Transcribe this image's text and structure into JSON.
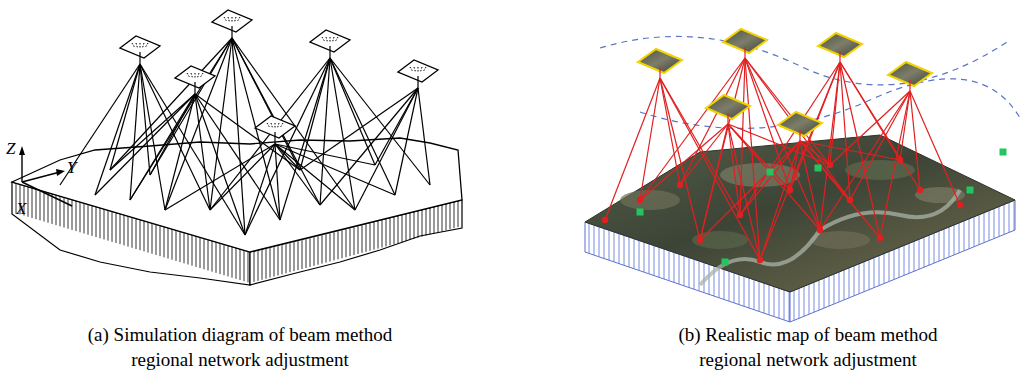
{
  "diagram": {
    "labels": [
      "Z",
      "Y",
      "X",
      "(a) Simulation diagram of beam method regional network adjustment",
      "(b) Realistic map of beam method regional network adjustment"
    ]
  }
}
